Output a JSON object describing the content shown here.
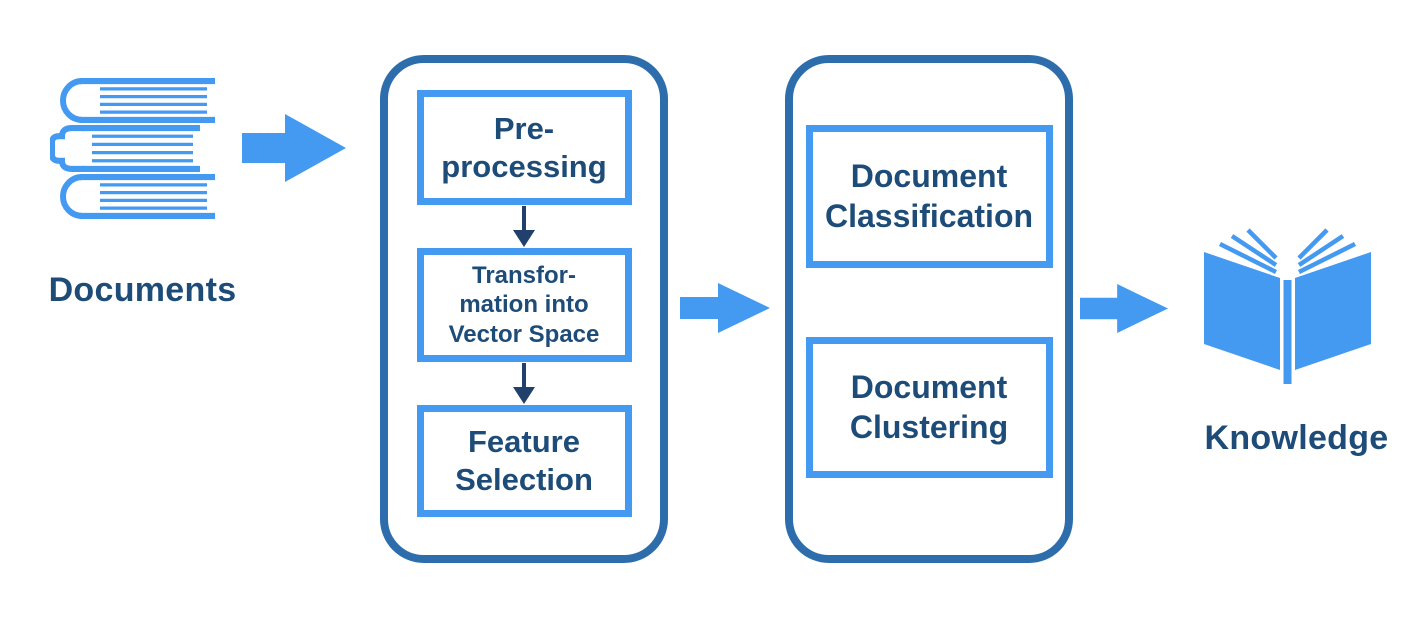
{
  "colors": {
    "accent": "#4499f0",
    "border": "#2d6dac",
    "text": "#1e4c78",
    "connector": "#21406b"
  },
  "flow": {
    "input": {
      "label": "Documents",
      "icon": "books-stack-icon"
    },
    "stage1": {
      "steps": [
        {
          "label": "Pre-\nprocessing"
        },
        {
          "label": "Transfor-\nmation into\nVector Space"
        },
        {
          "label": "Feature\nSelection"
        }
      ],
      "connector_icon": "down-arrow-icon"
    },
    "stage2": {
      "steps": [
        {
          "label": "Document\nClassification"
        },
        {
          "label": "Document\nClustering"
        }
      ]
    },
    "output": {
      "label": "Knowledge",
      "icon": "open-book-icon"
    },
    "flow_arrow_icon": "right-arrow-icon"
  }
}
